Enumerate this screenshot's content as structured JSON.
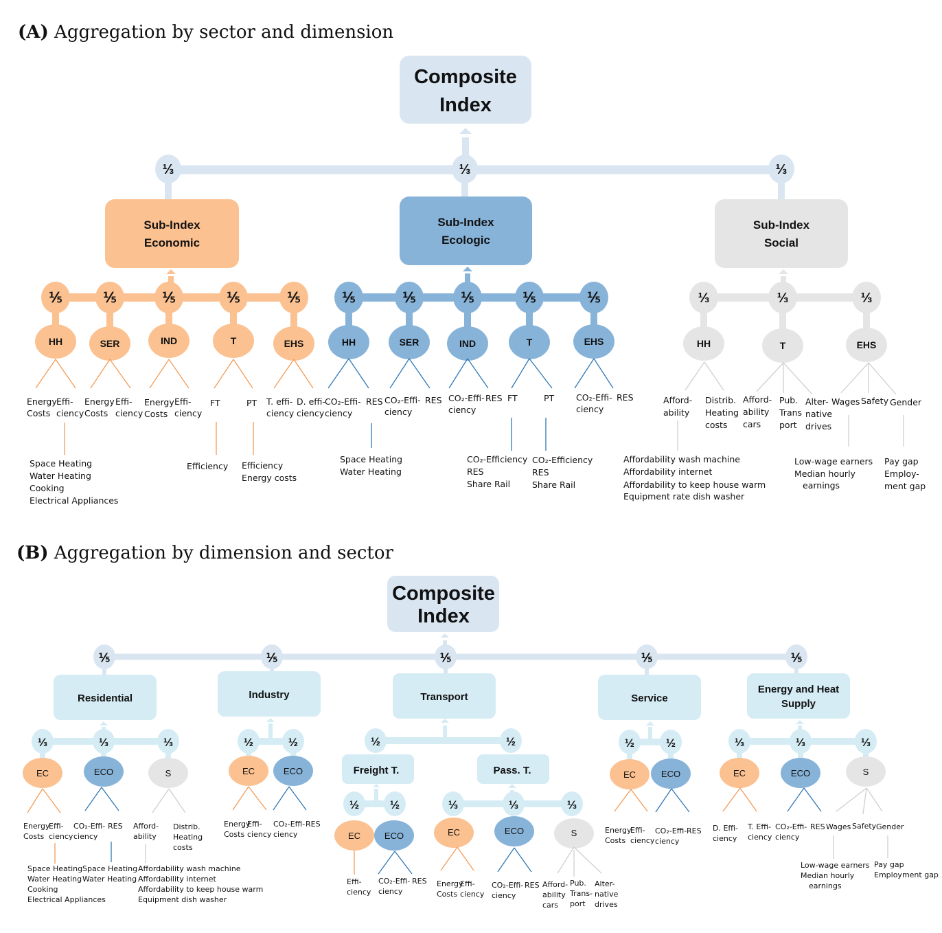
{
  "colors": {
    "composite": "#d9e6f2",
    "economic": "#fbc190",
    "ecologic": "#88b3d8",
    "social": "#e5e5e5",
    "sectorB": "#d5ecf5",
    "line_orange": "#f29b58",
    "line_blue": "#2e78b7",
    "line_grey": "#cfcfcf",
    "text_grey": "#a8a8a8"
  },
  "panelA": {
    "title_letter": "(A)",
    "title_text": " Aggregation by sector and dimension",
    "composite": [
      "Composite",
      "Index"
    ],
    "top_weights": [
      "⅓",
      "⅓",
      "⅓"
    ],
    "subindex": [
      {
        "lines": [
          "Sub-Index",
          "Economic"
        ],
        "weights": [
          "⅕",
          "⅕",
          "⅕",
          "⅕",
          "⅕"
        ],
        "sectors": [
          "HH",
          "SER",
          "IND",
          "T",
          "EHS"
        ]
      },
      {
        "lines": [
          "Sub-Index",
          "Ecologic"
        ],
        "weights": [
          "⅕",
          "⅕",
          "⅕",
          "⅕",
          "⅕"
        ],
        "sectors": [
          "HH",
          "SER",
          "IND",
          "T",
          "EHS"
        ]
      },
      {
        "lines": [
          "Sub-Index",
          "Social"
        ],
        "weights": [
          "⅓",
          "⅓",
          "⅓"
        ],
        "sectors": [
          "HH",
          "T",
          "EHS"
        ]
      }
    ],
    "economic_indicators": {
      "hh": [
        [
          "Energy",
          "Costs"
        ],
        [
          "Effi-",
          "ciency"
        ]
      ],
      "ser": [
        [
          "Energy",
          "Costs"
        ],
        [
          "Effi-",
          "ciency"
        ]
      ],
      "ind": [
        [
          "Energy",
          "Costs"
        ],
        [
          "Effi-",
          "ciency"
        ]
      ],
      "t": [
        [
          "FT"
        ],
        [
          "PT"
        ]
      ],
      "ehs": [
        [
          "T. effi-",
          "ciency"
        ],
        [
          "D. effi-",
          "ciency"
        ]
      ],
      "hh_sub": [
        "Space Heating",
        "Water Heating",
        "Cooking",
        "Electrical Appliances"
      ],
      "ft_sub": [
        "Efficiency"
      ],
      "pt_sub": [
        "Efficiency",
        "Energy costs"
      ]
    },
    "ecologic_indicators": {
      "hh": [
        [
          "CO₂-Effi-",
          "ciency"
        ],
        [
          "RES"
        ]
      ],
      "ser": [
        [
          "CO₂-Effi-",
          "ciency"
        ],
        [
          "RES"
        ]
      ],
      "ind": [
        [
          "CO₂-Effi-",
          "ciency"
        ],
        [
          "RES"
        ]
      ],
      "t": [
        [
          "FT"
        ],
        [
          "PT"
        ]
      ],
      "ehs": [
        [
          "CO₂-Effi-",
          "ciency"
        ],
        [
          "RES"
        ]
      ],
      "hh_sub": [
        "Space Heating",
        "Water Heating"
      ],
      "ft_sub": [
        "CO₂-Efficiency",
        "RES"
      ],
      "ft_sub_grey": [
        "Share Rail"
      ],
      "pt_sub": [
        "CO₂-Efficiency",
        "RES"
      ],
      "pt_sub_grey": [
        "Share Rail"
      ]
    },
    "social_indicators": {
      "hh": [
        [
          "Afford-",
          "ability"
        ],
        [
          "Distrib.",
          "Heating",
          "costs"
        ]
      ],
      "t_grey": [
        [
          "Afford-",
          "ability",
          "cars"
        ],
        [
          "Pub.",
          "Trans",
          "port"
        ],
        [
          "Alter-",
          "native",
          "drives"
        ]
      ],
      "ehs": {
        "wages": "Wages",
        "safety": "Safety",
        "gender": "Gender"
      },
      "hh_sub": [
        "Affordability wash machine",
        "Affordability internet"
      ],
      "hh_sub_grey": [
        "Affordability to keep house warm",
        "Equipment rate dish washer"
      ],
      "wages_sub_grey": [
        "Low-wage  earners",
        "Median hourly",
        "earnings"
      ],
      "gender_sub_grey": [
        "Pay gap"
      ],
      "gender_sub": [
        "Employ-",
        "ment gap"
      ]
    }
  },
  "panelB": {
    "title_letter": "(B)",
    "title_text": " Aggregation by dimension and sector",
    "composite": [
      "Composite",
      "Index"
    ],
    "top_weights": [
      "⅕",
      "⅕",
      "⅕",
      "⅕",
      "⅕"
    ],
    "sectors": [
      {
        "lines": [
          "Residential"
        ],
        "weights": [
          "⅓",
          "⅓",
          "⅓"
        ],
        "dims": [
          "EC",
          "ECO",
          "S"
        ]
      },
      {
        "lines": [
          "Industry"
        ],
        "weights": [
          "½",
          "½"
        ],
        "dims": [
          "EC",
          "ECO"
        ]
      },
      {
        "lines": [
          "Transport"
        ],
        "weights": [
          "½",
          "½"
        ],
        "subs": [
          "Freight T.",
          "Pass. T."
        ]
      },
      {
        "lines": [
          "Service"
        ],
        "weights": [
          "½",
          "½"
        ],
        "dims": [
          "EC",
          "ECO"
        ]
      },
      {
        "lines": [
          "Energy and Heat",
          "Supply"
        ],
        "weights": [
          "⅓",
          "⅓",
          "⅓"
        ],
        "dims": [
          "EC",
          "ECO",
          "S"
        ]
      }
    ],
    "freight": {
      "weights": [
        "½",
        "½"
      ],
      "dims": [
        "EC",
        "ECO"
      ]
    },
    "pass": {
      "weights": [
        "⅓",
        "⅓",
        "⅓"
      ],
      "dims": [
        "EC",
        "ECO",
        "S"
      ]
    },
    "residential_indicators": {
      "ec": [
        [
          "Energy",
          "Costs"
        ],
        [
          "Effi-",
          "ciency"
        ]
      ],
      "eco": [
        [
          "CO₂-Effi-",
          "ciency"
        ],
        [
          "RES"
        ]
      ],
      "s": [
        [
          "Afford-",
          "ability"
        ],
        [
          "Distrib.",
          "Heating",
          "costs"
        ]
      ],
      "ec_sub": [
        "Space Heating",
        "Water Heating",
        "Cooking",
        "Electrical Appliances"
      ],
      "eco_sub": [
        "Space Heating",
        "Water Heating"
      ],
      "s_sub": [
        {
          "text": "Affordability wash machine",
          "grey": false
        },
        {
          "text": "Affordability internet",
          "grey": true
        },
        {
          "text": "Affordability to keep house warm",
          "grey": false
        },
        {
          "text": "Equipment dish washer",
          "grey": true
        }
      ]
    },
    "industry_indicators": {
      "ec": [
        [
          "Energy",
          "Costs"
        ],
        [
          "Effi-",
          "ciency"
        ]
      ],
      "eco": [
        [
          "CO₂-Effi-",
          "ciency"
        ],
        [
          "RES"
        ]
      ]
    },
    "freight_indicators": {
      "ec": [
        [
          "Effi-",
          "ciency"
        ]
      ],
      "eco": [
        [
          "CO₂-Effi-",
          "ciency"
        ],
        [
          "RES"
        ]
      ]
    },
    "pass_indicators": {
      "ec": [
        [
          "Energy",
          "Costs"
        ],
        [
          "Effi-",
          "ciency"
        ]
      ],
      "eco": [
        [
          "CO₂-Effi-",
          "ciency"
        ],
        [
          "RES"
        ]
      ],
      "s_grey": [
        [
          "Afford-",
          "ability",
          "cars"
        ],
        [
          "Pub.",
          "Trans-",
          "port"
        ],
        [
          "Alter-",
          "native",
          "drives"
        ]
      ]
    },
    "service_indicators": {
      "ec": [
        [
          "Energy",
          "Costs"
        ],
        [
          "Effi-",
          "ciency"
        ]
      ],
      "eco": [
        [
          "CO₂-Effi-",
          "ciency"
        ],
        [
          "RES"
        ]
      ]
    },
    "ehs_indicators": {
      "ec": [
        [
          "D. Effi-",
          "ciency"
        ],
        [
          "T. Effi-",
          "ciency"
        ]
      ],
      "eco": [
        [
          "CO₂-Effi-",
          "ciency"
        ],
        [
          "RES"
        ]
      ],
      "s": {
        "wages": "Wages",
        "safety": "Safety",
        "gender": "Gender"
      },
      "wages_sub_grey": [
        "Low-wage earners",
        "Median hourly",
        "earnings"
      ],
      "gender_sub_grey": [
        "Pay gap"
      ],
      "gender_sub": [
        "Employment gap"
      ]
    }
  }
}
